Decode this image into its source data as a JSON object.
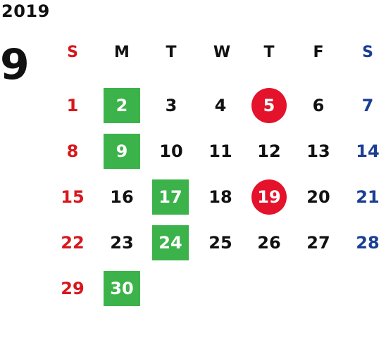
{
  "year": "2019",
  "month": "9",
  "weekdays": [
    "S",
    "M",
    "T",
    "W",
    "T",
    "F",
    "S"
  ],
  "weeks": [
    [
      "",
      "",
      "",
      "",
      "",
      "",
      ""
    ],
    [
      "1",
      "2",
      "3",
      "4",
      "5",
      "6",
      "7"
    ],
    [
      "8",
      "9",
      "10",
      "11",
      "12",
      "13",
      "14"
    ],
    [
      "15",
      "16",
      "17",
      "18",
      "19",
      "20",
      "21"
    ],
    [
      "22",
      "23",
      "24",
      "25",
      "26",
      "27",
      "28"
    ],
    [
      "29",
      "30",
      "",
      "",
      "",
      "",
      ""
    ]
  ],
  "highlights": {
    "green_days": [
      "2",
      "9",
      "17",
      "24",
      "30"
    ],
    "red_circle_days": [
      "5",
      "19"
    ]
  },
  "colors": {
    "sunday": "#d8171c",
    "saturday": "#1a3f93",
    "green": "#3bb34a",
    "red_circle": "#e4122a",
    "text": "#111111"
  }
}
